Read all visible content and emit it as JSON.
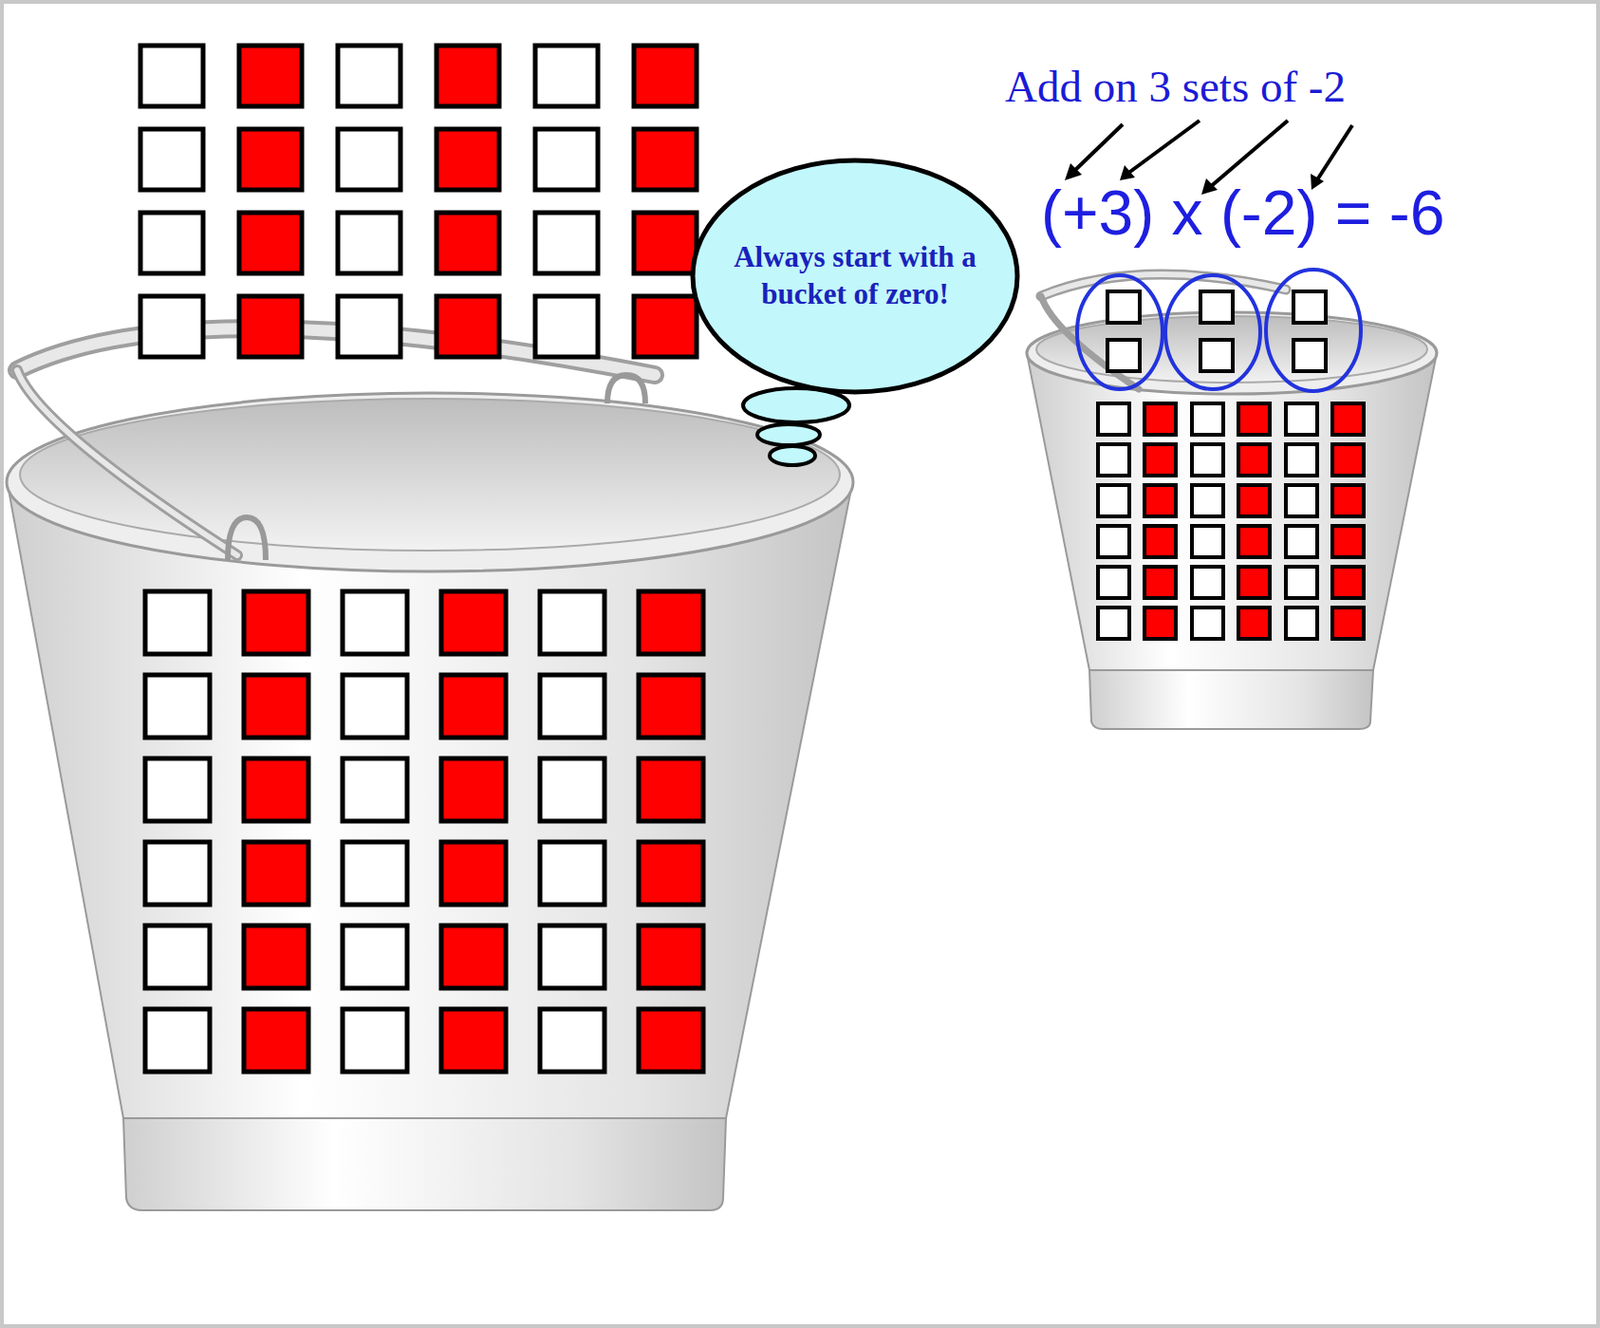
{
  "diagram": {
    "nodes": [
      {
        "text": [
          "Always start with a bucket of zero!"
        ]
      }
    ],
    "labels": [
      "Add on 3 sets of -2",
      "(+3) x (-2) = -6"
    ]
  }
}
